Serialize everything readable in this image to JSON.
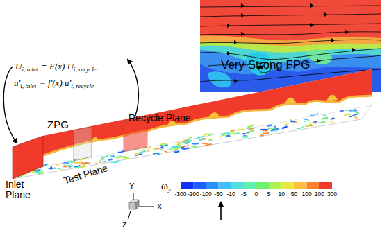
{
  "diagram": {
    "labels": [
      "U",
      "i, inlet",
      "= F(x) U",
      "i, recycle",
      "u'",
      "i, inlet",
      "= f'(x) u'",
      "i, recycle",
      "ZPG",
      "Recycle Plane",
      "Very Strong FPG",
      "Inlet Plane",
      "Test Plane",
      "Y",
      "X",
      "Z",
      "ω",
      "y",
      "-300",
      "-200",
      "-100",
      "-50",
      "-10",
      "-5",
      "0",
      "5",
      "10",
      "50",
      "100",
      "200",
      "300"
    ]
  }
}
